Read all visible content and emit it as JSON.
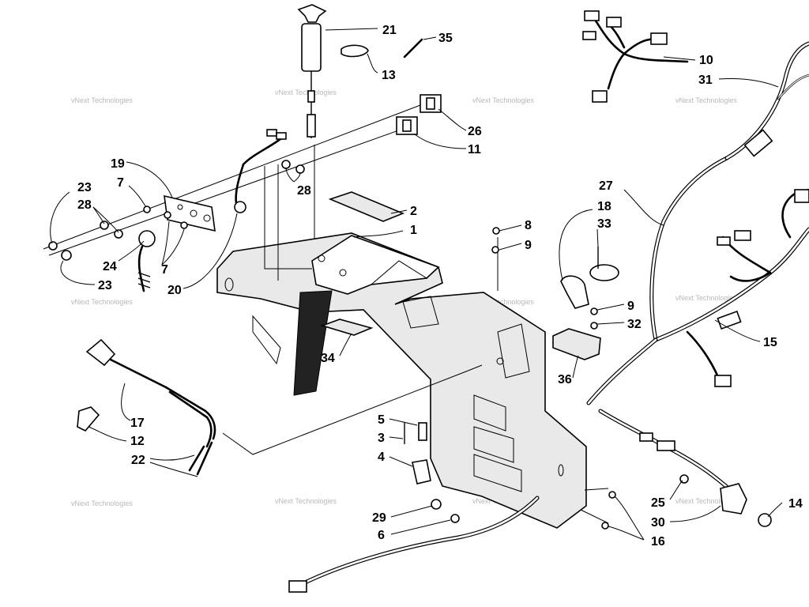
{
  "watermark": {
    "text": "vNext Technologies"
  },
  "callouts": [
    {
      "id": "c21",
      "label": "21"
    },
    {
      "id": "c35",
      "label": "35"
    },
    {
      "id": "c13",
      "label": "13"
    },
    {
      "id": "c10",
      "label": "10"
    },
    {
      "id": "c31",
      "label": "31"
    },
    {
      "id": "c26",
      "label": "26"
    },
    {
      "id": "c11",
      "label": "11"
    },
    {
      "id": "c19",
      "label": "19"
    },
    {
      "id": "c7a",
      "label": "7"
    },
    {
      "id": "c23a",
      "label": "23"
    },
    {
      "id": "c28a",
      "label": "28"
    },
    {
      "id": "c28b",
      "label": "28"
    },
    {
      "id": "c27",
      "label": "27"
    },
    {
      "id": "c18",
      "label": "18"
    },
    {
      "id": "c2",
      "label": "2"
    },
    {
      "id": "c1",
      "label": "1"
    },
    {
      "id": "c8",
      "label": "8"
    },
    {
      "id": "c9a",
      "label": "9"
    },
    {
      "id": "c33",
      "label": "33"
    },
    {
      "id": "c24",
      "label": "24"
    },
    {
      "id": "c7b",
      "label": "7"
    },
    {
      "id": "c23b",
      "label": "23"
    },
    {
      "id": "c20",
      "label": "20"
    },
    {
      "id": "c9b",
      "label": "9"
    },
    {
      "id": "c32",
      "label": "32"
    },
    {
      "id": "c15",
      "label": "15"
    },
    {
      "id": "c34",
      "label": "34"
    },
    {
      "id": "c36",
      "label": "36"
    },
    {
      "id": "c17",
      "label": "17"
    },
    {
      "id": "c12",
      "label": "12"
    },
    {
      "id": "c22",
      "label": "22"
    },
    {
      "id": "c5",
      "label": "5"
    },
    {
      "id": "c3",
      "label": "3"
    },
    {
      "id": "c4",
      "label": "4"
    },
    {
      "id": "c25",
      "label": "25"
    },
    {
      "id": "c14",
      "label": "14"
    },
    {
      "id": "c30",
      "label": "30"
    },
    {
      "id": "c29",
      "label": "29"
    },
    {
      "id": "c16",
      "label": "16"
    },
    {
      "id": "c6",
      "label": "6"
    }
  ]
}
